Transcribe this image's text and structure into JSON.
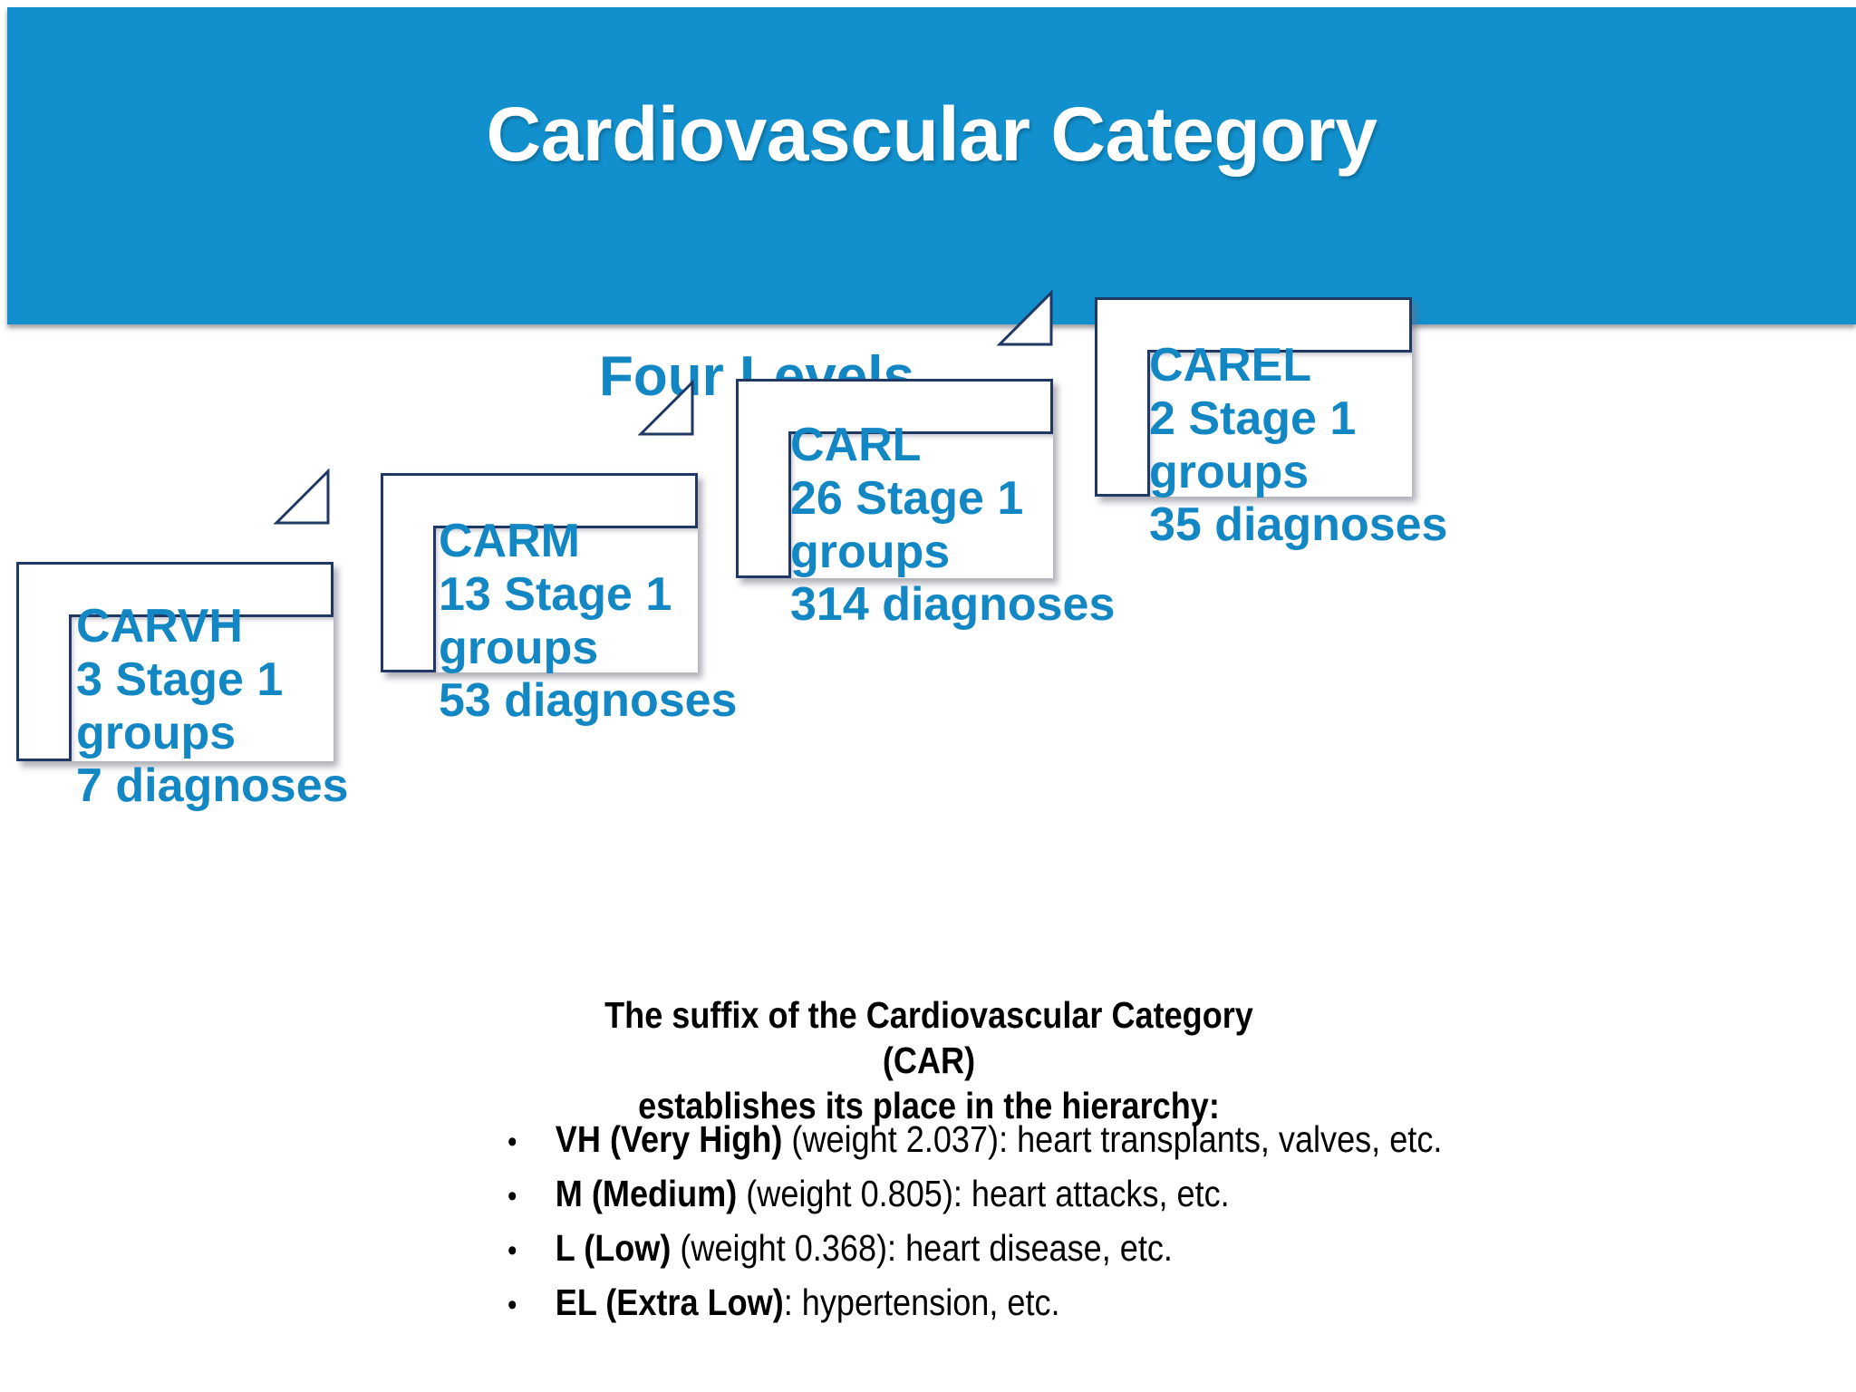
{
  "slide": {
    "title": "Cardiovascular Category",
    "subtitle": "Four Levels",
    "colors": {
      "banner_blue": "#1190CD",
      "text_blue": "#1387C4",
      "bracket_navy": "#1F3864",
      "body_text": "#000000",
      "background": "#FFFFFF"
    }
  },
  "levels": [
    {
      "code": "CARVH",
      "groups_line": "3 Stage 1",
      "groups_word": "groups",
      "diagnoses_line": "7 diagnoses",
      "groups_count": 3,
      "diagnoses_count": 7,
      "text": "CARVH\n3 Stage 1\ngroups\n7 diagnoses"
    },
    {
      "code": "CARM",
      "groups_line": "13 Stage 1",
      "groups_word": "groups",
      "diagnoses_line": "53 diagnoses",
      "groups_count": 13,
      "diagnoses_count": 53,
      "text": "CARM\n13 Stage 1\ngroups\n53 diagnoses"
    },
    {
      "code": "CARL",
      "groups_line": "26 Stage 1",
      "groups_word": "groups",
      "diagnoses_line": "314 diagnoses",
      "groups_count": 26,
      "diagnoses_count": 314,
      "text": "CARL\n26 Stage 1\ngroups\n314 diagnoses"
    },
    {
      "code": "CAREL",
      "groups_line": "2 Stage 1",
      "groups_word": "groups",
      "diagnoses_line": "35 diagnoses",
      "groups_count": 2,
      "diagnoses_count": 35,
      "text": "CAREL\n2 Stage 1\ngroups\n35 diagnoses"
    }
  ],
  "explainer": {
    "line1": "The suffix of the Cardiovascular Category (CAR)",
    "line2": "establishes its place in the hierarchy:"
  },
  "bullets": [
    {
      "marker": "•",
      "strong": "VH (Very High)",
      "rest": " (weight 2.037): heart transplants, valves, etc."
    },
    {
      "marker": "•",
      "strong": "M (Medium)",
      "rest": " (weight 0.805): heart attacks, etc."
    },
    {
      "marker": "•",
      "strong": "L (Low)",
      "rest": " (weight 0.368): heart disease, etc."
    },
    {
      "marker": "•",
      "strong": "EL (Extra Low)",
      "rest": ": hypertension, etc."
    }
  ]
}
